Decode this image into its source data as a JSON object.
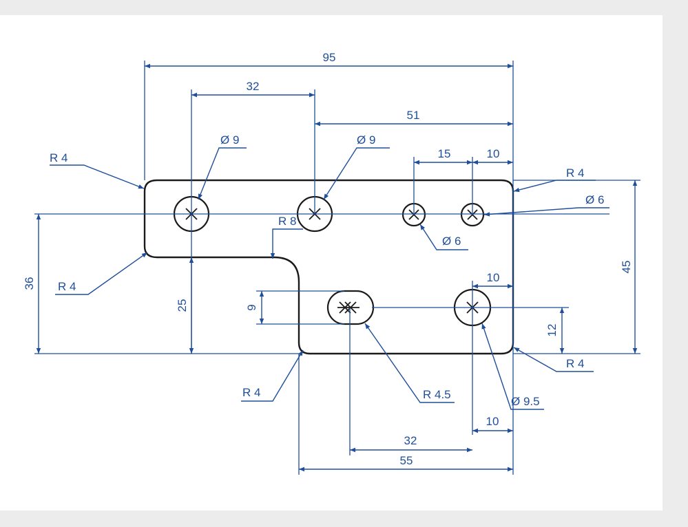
{
  "dimensions": {
    "overall_width": "95",
    "hole_spacing_top": "32",
    "right_span": "51",
    "small_hole_spacing": "15",
    "right_offset_top": "10",
    "overall_height": "45",
    "left_height": "36",
    "step_height": "25",
    "slot_height": "9",
    "right_hole_height": "12",
    "right_offset_mid": "10",
    "slot_spacing": "32",
    "bottom_width": "55",
    "right_offset_bottom": "10"
  },
  "callouts": {
    "radius_top_left": "R 4",
    "radius_top_right": "R 4",
    "radius_left_inner": "R 4",
    "radius_inner_fillet": "R 8",
    "radius_bottom_left": "R 4",
    "radius_bottom_right": "R 4",
    "radius_slot": "R 4.5",
    "dia_left_hole": "Ø 9",
    "dia_mid_hole": "Ø 9",
    "dia_small_hole_a": "Ø 6",
    "dia_small_hole_b": "Ø 6",
    "dia_large_hole": "Ø 9.5"
  }
}
